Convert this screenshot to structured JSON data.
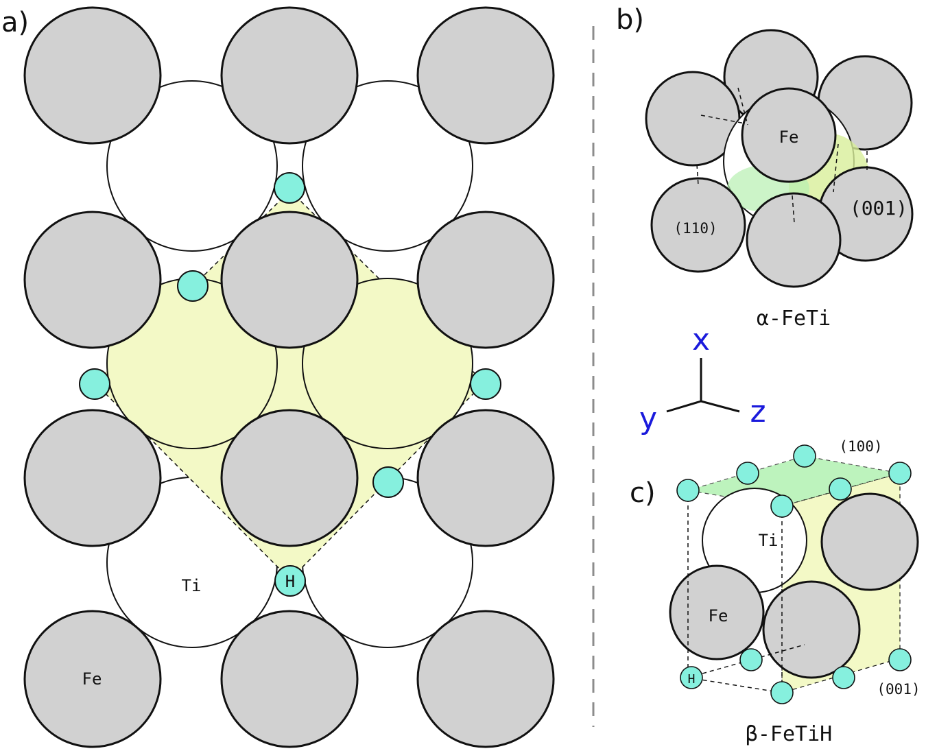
{
  "panel_a": {
    "label": "a)",
    "fe_label": "Fe",
    "ti_label": "Ti",
    "h_label": "H"
  },
  "panel_b": {
    "label": "b)",
    "fe_label": "Fe",
    "plane_110": "(110)",
    "plane_001": "(001)",
    "phase": "α-FeTi"
  },
  "axes": {
    "x": "x",
    "y": "y",
    "z": "z",
    "color": "#1a1adc"
  },
  "panel_c": {
    "label": "c)",
    "ti_label": "Ti",
    "fe_label": "Fe",
    "h_label": "H",
    "plane_100": "(100)",
    "plane_001": "(001)",
    "phase": "β-FeTiH"
  },
  "colors": {
    "fe": "#d1d1d1",
    "ti": "#ffffff",
    "h": "#86f0de",
    "octahedron": "#f3f9c6",
    "plane_green": "#a8f0a8"
  }
}
